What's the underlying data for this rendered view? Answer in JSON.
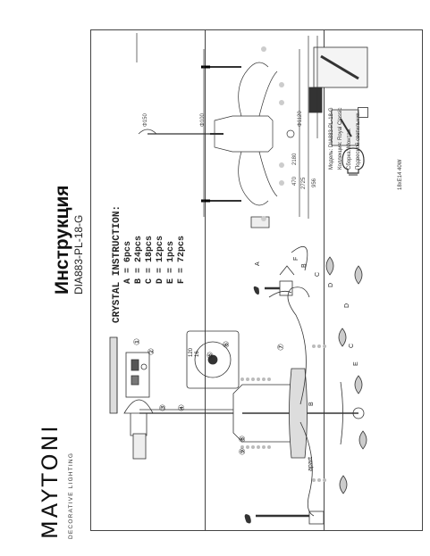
{
  "brand": {
    "name": "MAYTONI",
    "sub": "DECORATIVE LIGHTING"
  },
  "doc": {
    "title": "Инструкция",
    "code": "DIA883-PL-18-G"
  },
  "crystal": {
    "title": "CRYSTAL INSTRUCTION:",
    "items": [
      "A  =  6pcs",
      "B  =  24pcs",
      "C  =  18pcs",
      "D  =  12pcs",
      "E  =  1pcs",
      "F  =  72pcs"
    ]
  },
  "labels": {
    "A": "A",
    "B": "B",
    "C": "C",
    "D": "D",
    "E": "E",
    "F": "F",
    "apart": "apart",
    "s1": "①",
    "s2": "②",
    "s3": "③",
    "s4": "④",
    "s5": "⑤",
    "s6": "⑥",
    "s7": "⑦",
    "s8": "⑧",
    "s9": "⑨",
    "meas1": "120",
    "meas2": "16"
  },
  "dims": {
    "d150": "Φ150",
    "d100": "Φ100",
    "d1120": "Φ1120",
    "h2725": "2725",
    "h2180": "2180",
    "h956": "956",
    "h470": "470"
  },
  "info": {
    "model": "Модель: DIA883-PL-18-G",
    "collection": "Коллекция: Royal Classic",
    "assembly": "Сборка: Монтаж",
    "type": "Подвесной светильник"
  },
  "bulb": {
    "spec": "18xE14 40W"
  }
}
